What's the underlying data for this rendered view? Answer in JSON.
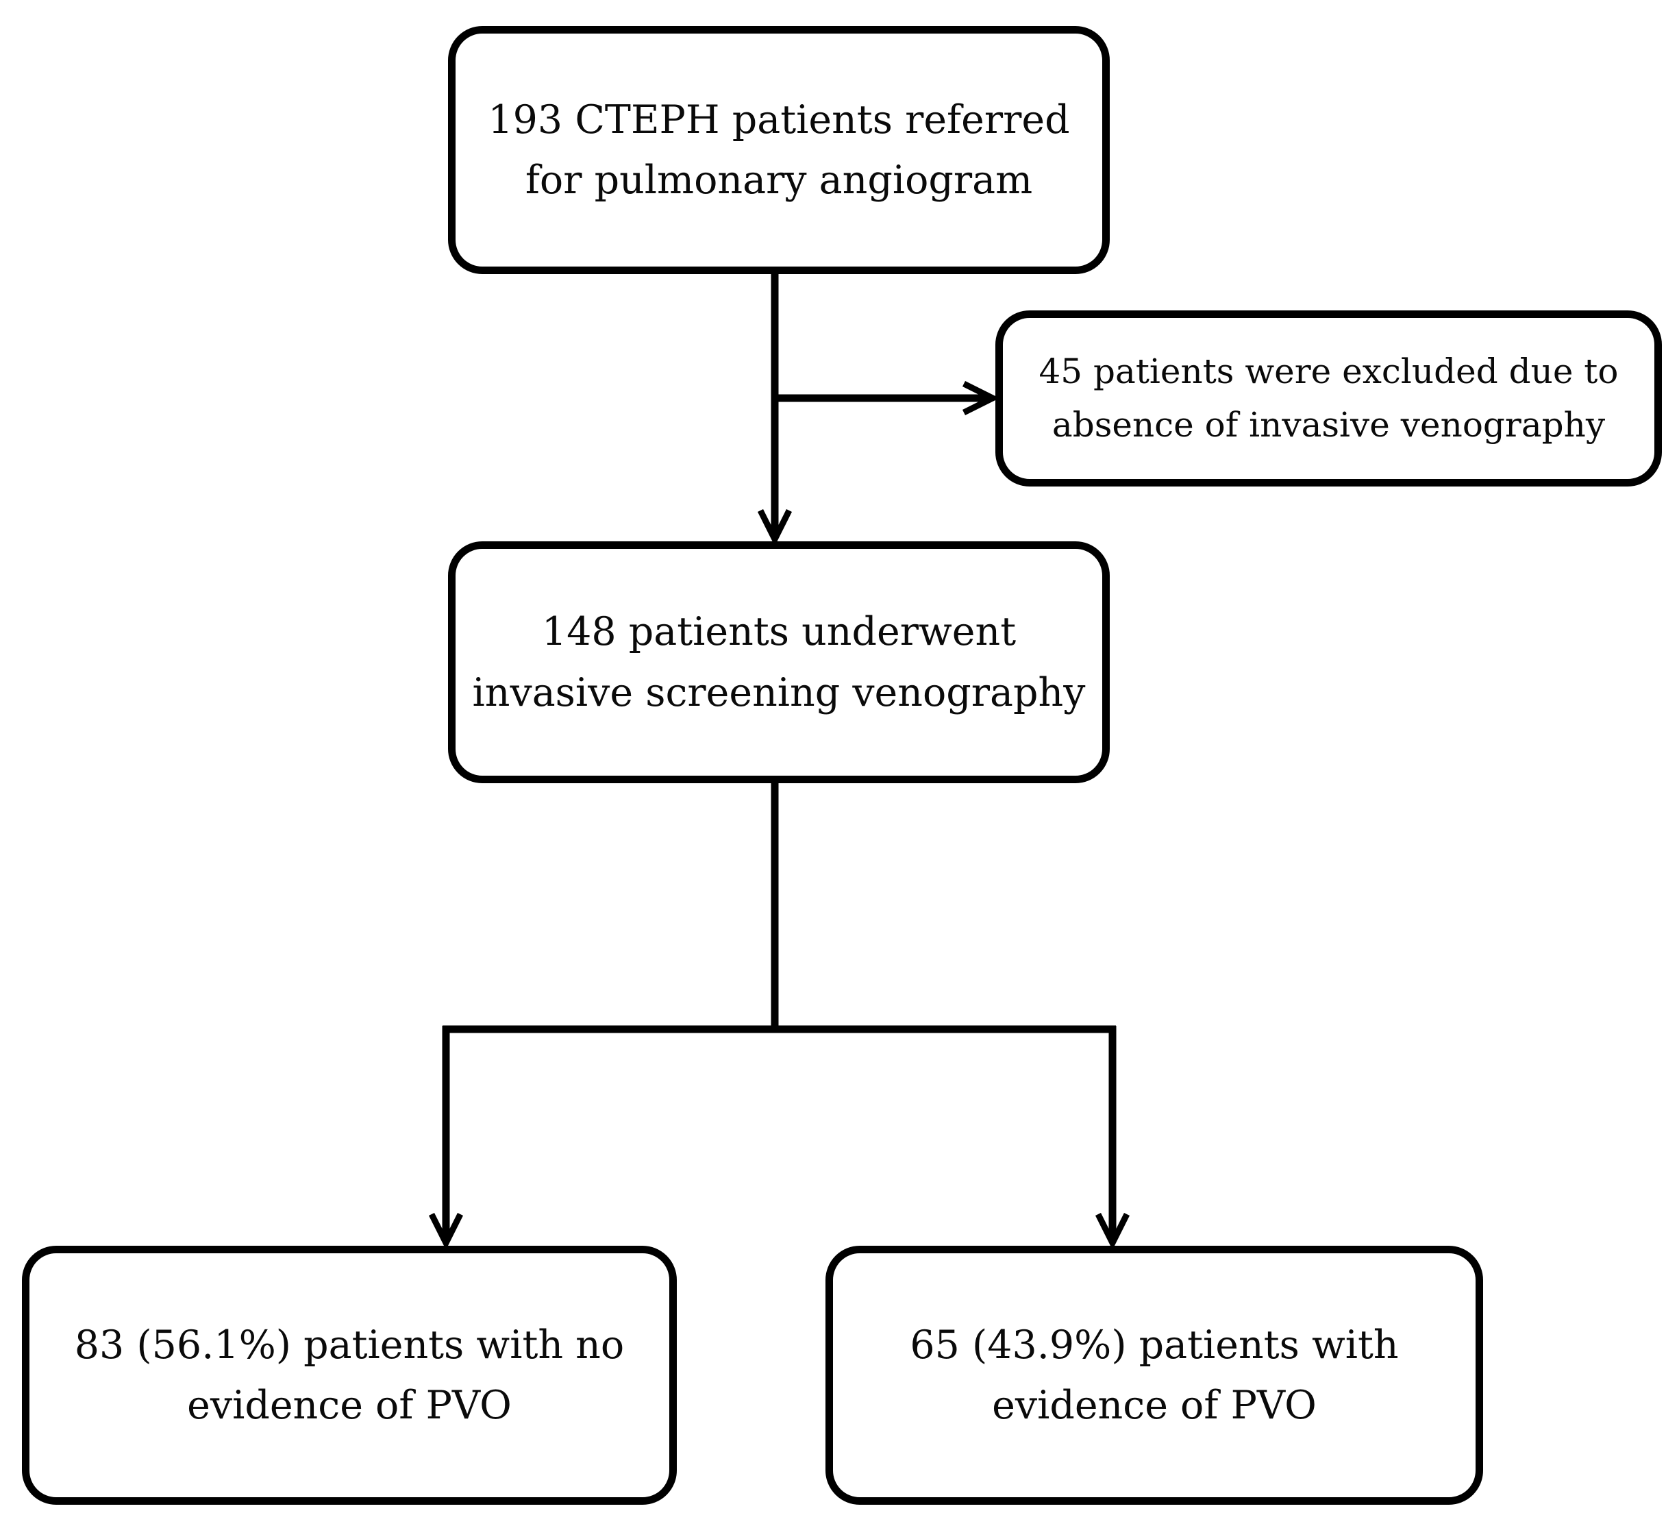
{
  "diagram": {
    "type": "flowchart",
    "colors": {
      "background": "#ffffff",
      "line": "#000000",
      "text": "#0a0a0a"
    },
    "nodes": {
      "referred": {
        "line1": "193 CTEPH patients referred",
        "line2": "for pulmonary angiogram"
      },
      "excluded": {
        "line1": "45 patients were excluded due to",
        "line2": "absence of invasive venography"
      },
      "venography": {
        "line1": "148 patients underwent",
        "line2": "invasive screening venography"
      },
      "no_pvo": {
        "line1": "83 (56.1%) patients with no",
        "line2": "evidence of PVO"
      },
      "pvo": {
        "line1": "65 (43.9%) patients with",
        "line2": "evidence of PVO"
      }
    }
  }
}
